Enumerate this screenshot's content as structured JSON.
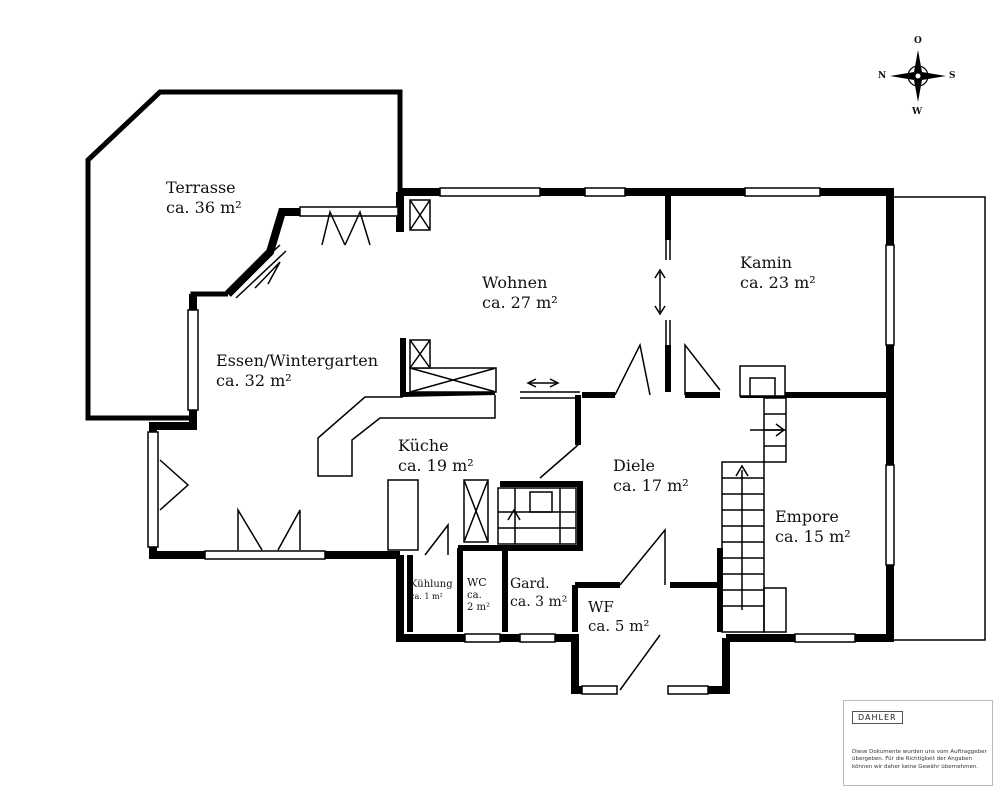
{
  "floorplan": {
    "rooms": [
      {
        "id": "terrasse",
        "name": "Terrasse",
        "area": "ca. 36 m²"
      },
      {
        "id": "wohnen",
        "name": "Wohnen",
        "area": "ca. 27 m²"
      },
      {
        "id": "kamin",
        "name": "Kamin",
        "area": "ca. 23 m²"
      },
      {
        "id": "essen",
        "name": "Essen/Wintergarten",
        "area": "ca. 32 m²"
      },
      {
        "id": "kueche",
        "name": "Küche",
        "area": "ca. 19 m²"
      },
      {
        "id": "diele",
        "name": "Diele",
        "area": "ca. 17 m²"
      },
      {
        "id": "empore",
        "name": "Empore",
        "area": "ca. 15 m²"
      },
      {
        "id": "kuehlung",
        "name": "Kühlung",
        "area": "ca. 1 m²"
      },
      {
        "id": "wc",
        "name": "WC",
        "area_line1": "ca.",
        "area_line2": "2 m²"
      },
      {
        "id": "gard",
        "name": "Gard.",
        "area": "ca. 3 m²"
      },
      {
        "id": "wf",
        "name": "WF",
        "area": "ca. 5 m²"
      }
    ]
  },
  "compass": {
    "north": "N",
    "east": "O",
    "south": "S",
    "west": "W"
  },
  "disclaimer": {
    "logo": "DAHLER",
    "text": "Diese Dokumente wurden uns vom Auftraggeber übergeben. Für die Richtigkeit der Angaben können wir daher keine Gewähr übernehmen."
  }
}
